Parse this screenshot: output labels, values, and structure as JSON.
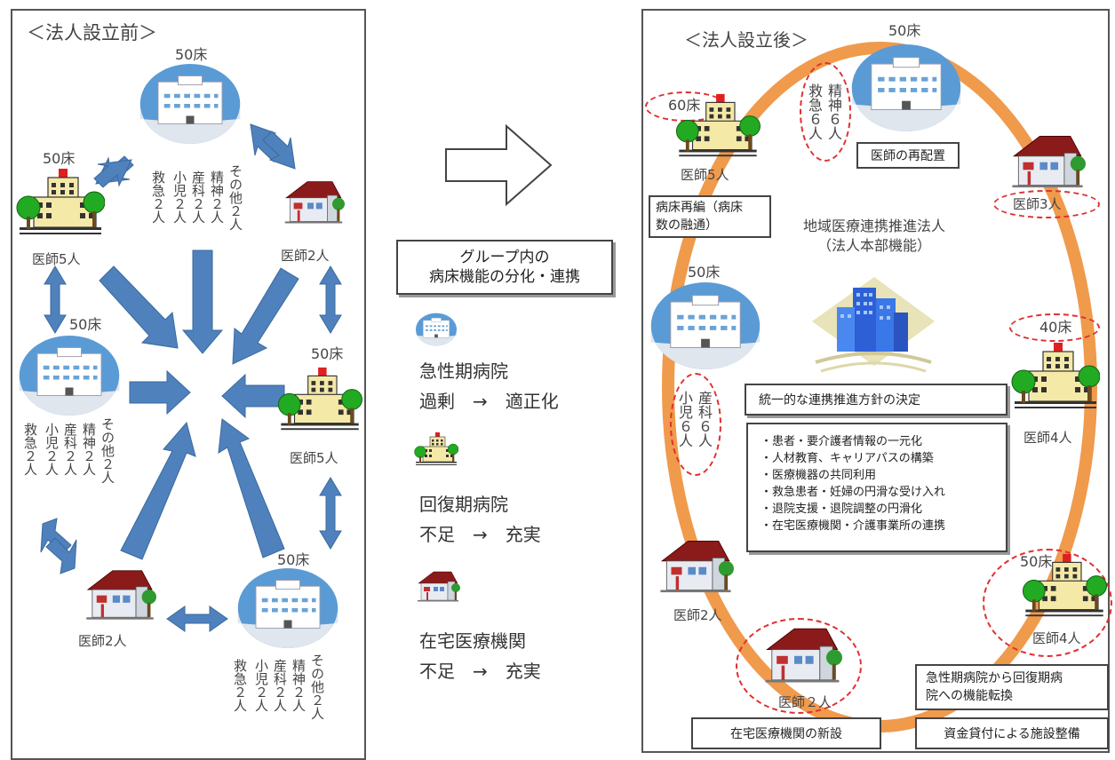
{
  "before": {
    "title": "＜法人設立前＞",
    "hospital_top": {
      "beds": "50床"
    },
    "hosp_top_depts": [
      "救急２人",
      "小児２人",
      "産科２人",
      "精神２人",
      "その他２人"
    ],
    "left_top": {
      "beds": "50床",
      "doctors": "医師5人"
    },
    "right_top": {
      "doctors": "医師2人"
    },
    "hospital_left": {
      "beds": "50床"
    },
    "hosp_left_depts": [
      "救急２人",
      "小児２人",
      "産科２人",
      "精神２人",
      "その他２人"
    ],
    "right_mid": {
      "beds": "50床",
      "doctors": "医師5人"
    },
    "bottom_left": {
      "doctors": "医師2人"
    },
    "hospital_bottom": {
      "beds": "50床"
    },
    "hosp_bottom_depts": [
      "救急２人",
      "小児２人",
      "産科２人",
      "精神２人",
      "その他２人"
    ]
  },
  "middle": {
    "group_box": [
      "グループ内の",
      "病床機能の分化・連携"
    ],
    "legend": [
      {
        "icon": "hospital-icon",
        "name": "急性期病院",
        "change": "過剰　→　適正化"
      },
      {
        "icon": "recovery-hospital-icon",
        "name": "回復期病院",
        "change": "不足　→　充実"
      },
      {
        "icon": "clinic-icon",
        "name": "在宅医療機関",
        "change": "不足　→　充実"
      }
    ]
  },
  "after": {
    "title": "＜法人設立後＞",
    "top_hospital": {
      "beds": "50床"
    },
    "top_depts": [
      "精神６人",
      "救急６人"
    ],
    "reassign": "医師の再配置",
    "left_building": {
      "beds": "60床",
      "doctors": "医師5人"
    },
    "top_right_clinic": {
      "doctors": "医師3人"
    },
    "bed_reform": [
      "病床再編（病床",
      "数の融通）"
    ],
    "corp": [
      "地域医療連携推進法人",
      "（法人本部機能）"
    ],
    "left_hospital": {
      "beds": "50床"
    },
    "left_depts": [
      "産科６人",
      "小児６人"
    ],
    "right_building": {
      "beds": "40床",
      "doctors": "医師4人"
    },
    "policy_title": "統一的な連携推進方針の決定",
    "policy_items": [
      "・患者・要介護者情報の一元化",
      "・人材教育、キャリアパスの構築",
      "・医療機器の共同利用",
      "・救急患者・妊婦の円滑な受け入れ",
      "・退院支援・退院調整の円滑化",
      "・在宅医療機関・介護事業所の連携"
    ],
    "left_clinic": {
      "doctors": "医師2人"
    },
    "bottom_right_building": {
      "beds": "50床",
      "doctors": "医師4人"
    },
    "bottom_clinic": {
      "doctors": "医師２人"
    },
    "new_clinic": "在宅医療機関の新設",
    "convert": [
      "急性期病院から回復期病",
      "院への機能転換"
    ],
    "funding": "資金貸付による施設整備"
  }
}
